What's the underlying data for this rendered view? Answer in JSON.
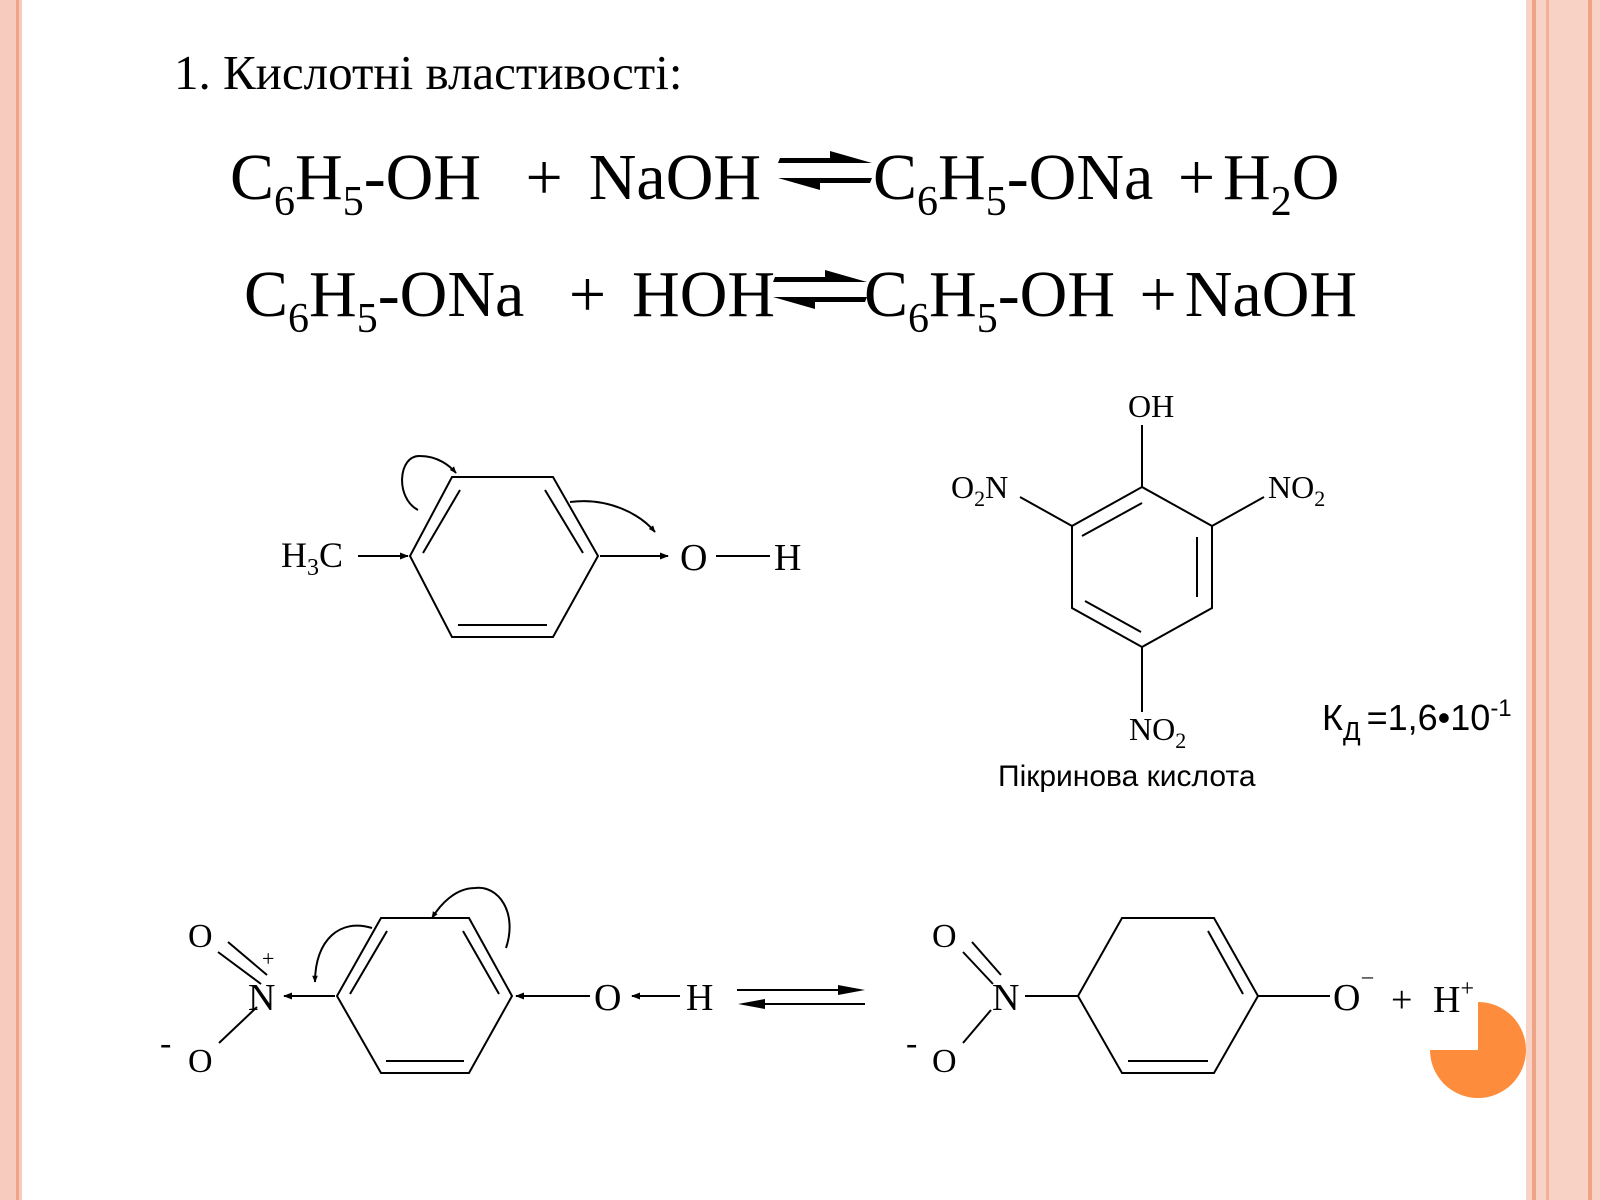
{
  "title": "1. Кислотні властивості:",
  "equation1": {
    "r1": "C",
    "r1_sub1": "6",
    "r1_mid": "H",
    "r1_sub2": "5",
    "r1_tail": "-OH",
    "plus1": "+",
    "r2": "NaOH",
    "p1": "C",
    "p1_sub1": "6",
    "p1_mid": "H",
    "p1_sub2": "5",
    "p1_tail": "-ONa",
    "plus2": "+",
    "p2": "H",
    "p2_sub": "2",
    "p2_tail": "O"
  },
  "equation2": {
    "r1": "C",
    "r1_sub1": "6",
    "r1_mid": "H",
    "r1_sub2": "5",
    "r1_tail": "-ONa",
    "plus1": "+",
    "r2": "HOH",
    "p1": "C",
    "p1_sub1": "6",
    "p1_mid": "H",
    "p1_sub2": "5",
    "p1_tail": "-OH",
    "plus2": "+",
    "p2": "NaOH"
  },
  "cresol": {
    "methyl": "H",
    "methyl_sub": "3",
    "methyl_tail": "C",
    "o": "O",
    "h": "H"
  },
  "picric": {
    "oh": "OH",
    "no2_left": "O",
    "no2_left_sub": "2",
    "no2_left_tail": "N",
    "no2_right": "NO",
    "no2_right_sub": "2",
    "no2_bottom": "NO",
    "no2_bottom_sub": "2",
    "name": "Пікринова кислота",
    "kd_label": "К",
    "kd_sub": "Д",
    "kd_value": "=1,6•10",
    "kd_exp": "-1"
  },
  "nitrophenol": {
    "o_top": "O",
    "n": "N",
    "n_charge": "+",
    "o_bottom": "O",
    "o_bottom_charge": "-",
    "o": "O",
    "h": "H"
  },
  "nitrophenolate": {
    "o_top": "O",
    "n": "N",
    "o_bottom": "O",
    "o_bottom_charge": "-",
    "o": "O",
    "o_charge": "–",
    "plus": "+",
    "h": "H",
    "h_charge": "+"
  },
  "colors": {
    "border_pink": "#f6c3b3",
    "border_inner": "#f0a487",
    "accent_orange": "#fd8d3c"
  }
}
